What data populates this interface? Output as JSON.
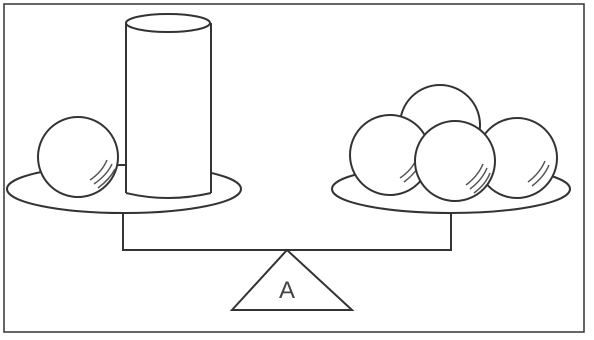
{
  "diagram": {
    "fulcrum_label": "A",
    "colors": {
      "stroke": "#333333",
      "fill": "#ffffff",
      "highlight": "#555555"
    },
    "left_pan": {
      "objects": [
        "sphere",
        "cylinder"
      ]
    },
    "right_pan": {
      "objects": [
        "sphere",
        "sphere",
        "sphere",
        "sphere"
      ]
    }
  }
}
